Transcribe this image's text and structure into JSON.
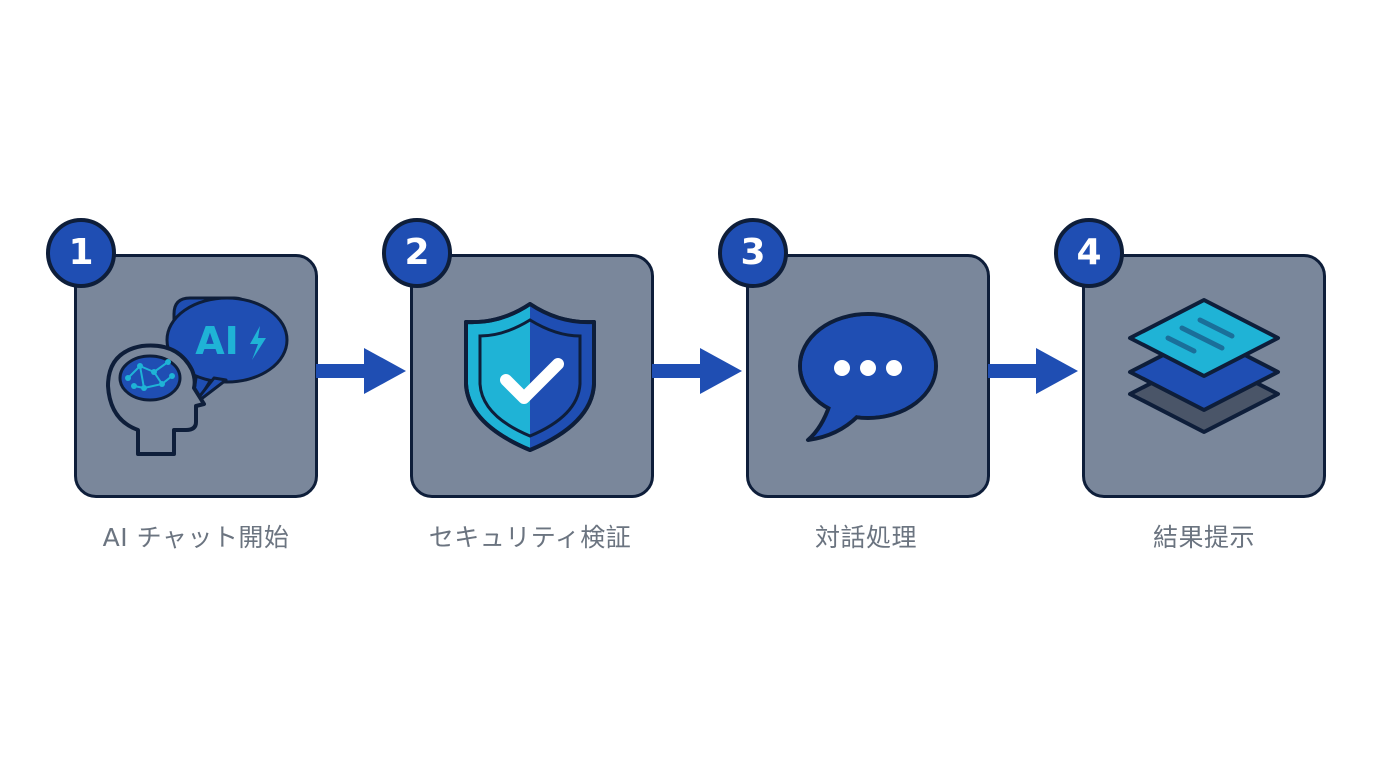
{
  "steps": [
    {
      "number": "1",
      "label": "AI チャット開始",
      "icon": "ai-chat-head-icon",
      "icon_text": "AI"
    },
    {
      "number": "2",
      "label": "セキュリティ検証",
      "icon": "shield-check-icon"
    },
    {
      "number": "3",
      "label": "対話処理",
      "icon": "speech-bubble-dots-icon"
    },
    {
      "number": "4",
      "label": "結果提示",
      "icon": "stacked-layers-icon"
    }
  ],
  "colors": {
    "box_fill": "#7a879b",
    "outline": "#0e1e3a",
    "accent_blue": "#1f4eb3",
    "accent_cyan": "#1fb3d6",
    "label_text": "#6b7480"
  }
}
